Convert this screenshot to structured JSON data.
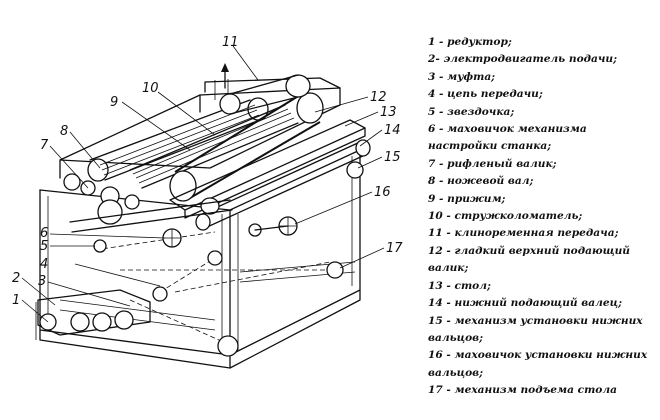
{
  "callouts": [
    "1",
    "2",
    "3",
    "4",
    "5",
    "6",
    "7",
    "8",
    "9",
    "10",
    "11",
    "12",
    "13",
    "14",
    "15",
    "16",
    "17"
  ],
  "legend": [
    "1 - редуктор;",
    "2- электродвигатель подачи;",
    "3 - муфта;",
    "4 - цепь передачи;",
    "5 - звездочка;",
    "6 - маховичок механизма",
    "настройки станка;",
    "7 - рифленый валик;",
    "8 - ножевой вал;",
    "9 - прижим;",
    "10 - стружколоматель;",
    "11 - клиноременная передача;",
    "12 - гладкий верхний подающий",
    "валик;",
    "13 - стол;",
    "14 - нижний подающий валец;",
    "15 - механизм установки нижних",
    "вальцов;",
    "16 - маховичок установки нижних",
    "вальцов;",
    "17 - механизм подъема стола"
  ]
}
